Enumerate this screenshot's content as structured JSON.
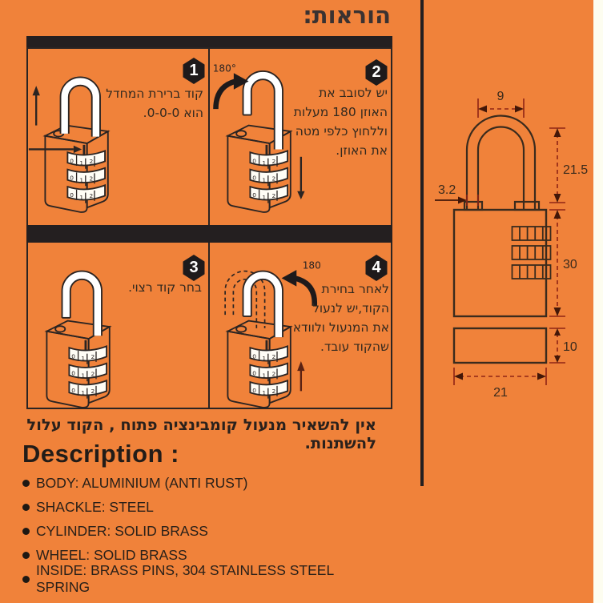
{
  "page": {
    "title": "הוראות:",
    "background": "#F0823A",
    "bar_color": "#241F20"
  },
  "steps": [
    {
      "number": "1",
      "lines": [
        "קוד ברירת המחדל",
        "הוא 0-0-0."
      ]
    },
    {
      "number": "2",
      "lines": [
        "יש לסובב את",
        "האוזן 180 מעלות",
        "וללחוץ כלפי מטה",
        "את האוזן."
      ],
      "angle_label": "180°"
    },
    {
      "number": "3",
      "lines": [
        "בחר קוד רצוי."
      ]
    },
    {
      "number": "4",
      "lines": [
        "לאחר בחירת",
        "הקוד,יש לנעול",
        "את המנעול ולוודא",
        "שהקוד עובד."
      ],
      "angle_label": "180°"
    }
  ],
  "lock": {
    "dial_digits": [
      "0",
      "1",
      "2"
    ]
  },
  "warning": "אין להשאיר מנעול קומבינציה פתוח , הקוד עלול להשתנות.",
  "description": {
    "heading": "Description :",
    "items": [
      "BODY: ALUMINIUM  (ANTI RUST)",
      "SHACKLE: STEEL",
      "CYLINDER: SOLID BRASS",
      "WHEEL: SOLID BRASS",
      "INSIDE: BRASS PINS, 304 STAINLESS STEEL SPRING"
    ]
  },
  "diagram": {
    "shackle_inner_width": "9",
    "shackle_height": "21.5",
    "shackle_thickness": "3.2",
    "body_height": "30",
    "body_depth": "10",
    "body_width": "21"
  }
}
